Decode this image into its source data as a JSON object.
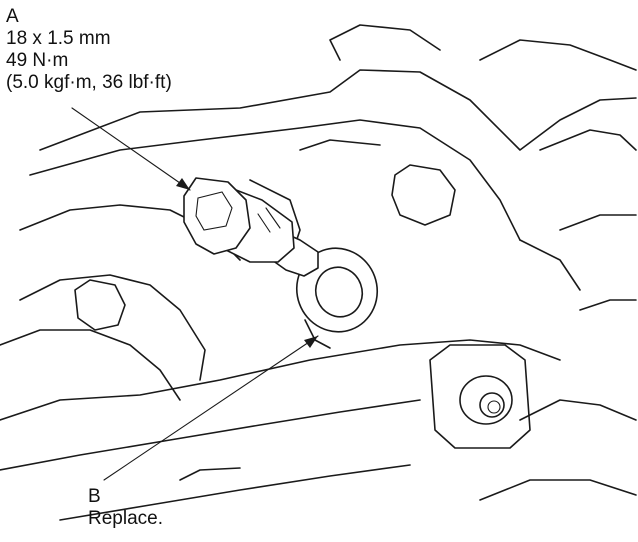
{
  "labels": {
    "a": {
      "letter": "A",
      "size": "18 x 1.5 mm",
      "torque_nm": "49 N·m",
      "torque_alt": "(5.0 kgf·m, 36 lbf·ft)"
    },
    "b": {
      "letter": "B",
      "note": "Replace."
    }
  },
  "colors": {
    "line": "#1a1a1a",
    "background": "#ffffff"
  }
}
